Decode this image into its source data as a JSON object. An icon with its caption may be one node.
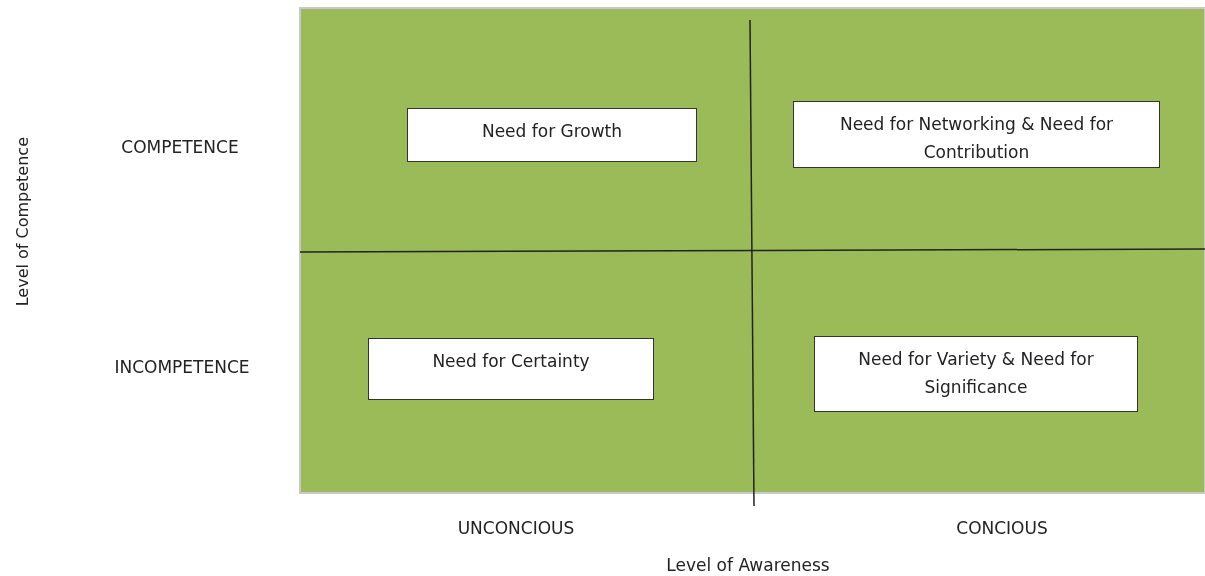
{
  "diagram": {
    "nodes": [
      {
        "text": [
          "Need for Growth"
        ]
      },
      {
        "text": [
          "Need for Networking & Need for Contribution"
        ]
      },
      {
        "text": [
          "Need for Certainty"
        ]
      },
      {
        "text": [
          "Need for Variety & Need for Significance"
        ]
      }
    ],
    "labels": [
      "Level of Competence",
      "COMPETENCE",
      "INCOMPETENCE",
      "UNCONCIOUS",
      "CONCIOUS",
      "Level of Awareness"
    ]
  }
}
